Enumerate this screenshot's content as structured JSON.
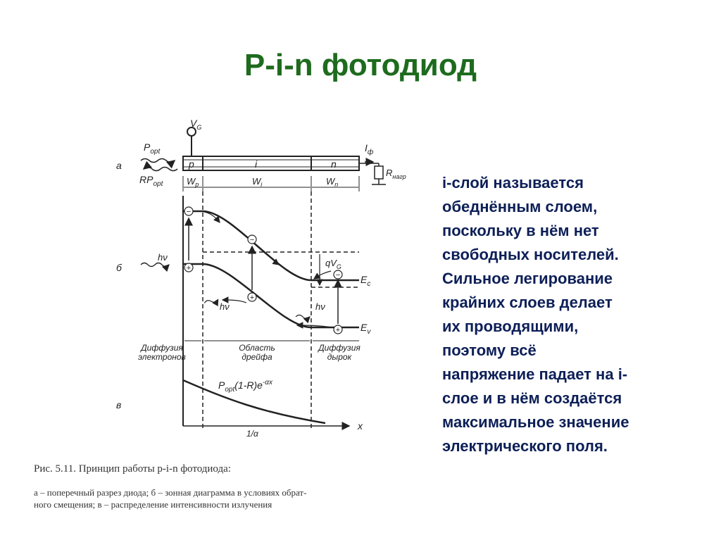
{
  "slide": {
    "title": "P-i-n фотодиод"
  },
  "figure": {
    "panel_a": "а",
    "panel_b": "б",
    "panel_c": "в",
    "VG": "V",
    "VG_sub": "G",
    "Popt": "P",
    "Popt_sub": "opt",
    "RPopt": "RP",
    "RPopt_sub": "opt",
    "If": "I",
    "If_sub": "ф",
    "Rload": "R",
    "Rload_sub": "нагр",
    "p": "p",
    "i": "i",
    "n": "n",
    "Wp": "W",
    "Wp_sub": "p",
    "Wi": "W",
    "Wi_sub": "i",
    "Wn": "W",
    "Wn_sub": "n",
    "hv": "hν",
    "qVG": "qV",
    "qVG_sub": "G",
    "Ec": "E",
    "Ec_sub": "c",
    "Ev": "E",
    "Ev_sub": "v",
    "diff_e1": "Диффузия",
    "diff_e2": "электронов",
    "drift1": "Область",
    "drift2": "дрейфа",
    "diff_h1": "Диффузия",
    "diff_h2": "дырок",
    "formula": "P",
    "formula_sub": "opt",
    "formula_mid": "(1-R)e",
    "formula_sup": "-αx",
    "x_axis": "x",
    "one_over_alpha": "1/α",
    "minus": "−",
    "plus": "+"
  },
  "caption": {
    "main": "Рис. 5.11. Принцип работы p-i-n фотодиода:",
    "sub_line1": "а – поперечный разрез диода; б – зонная диаграмма в условиях обрат-",
    "sub_line2": "ного смещения; в – распределение интенсивности излучения"
  },
  "side_text": {
    "line1": "i-слой называется",
    "line2": "обеднённым слоем,",
    "line3": "поскольку в нём нет",
    "line4": "свободных носителей.",
    "line5": "Сильное легирование",
    "line6": "крайних слоев делает",
    "line7": "их проводящими,",
    "line8": "поэтому всё",
    "line9": "напряжение падает на i-",
    "line10": "слое и в нём создаётся",
    "line11": "максимальное значение",
    "line12": "электрического поля."
  }
}
